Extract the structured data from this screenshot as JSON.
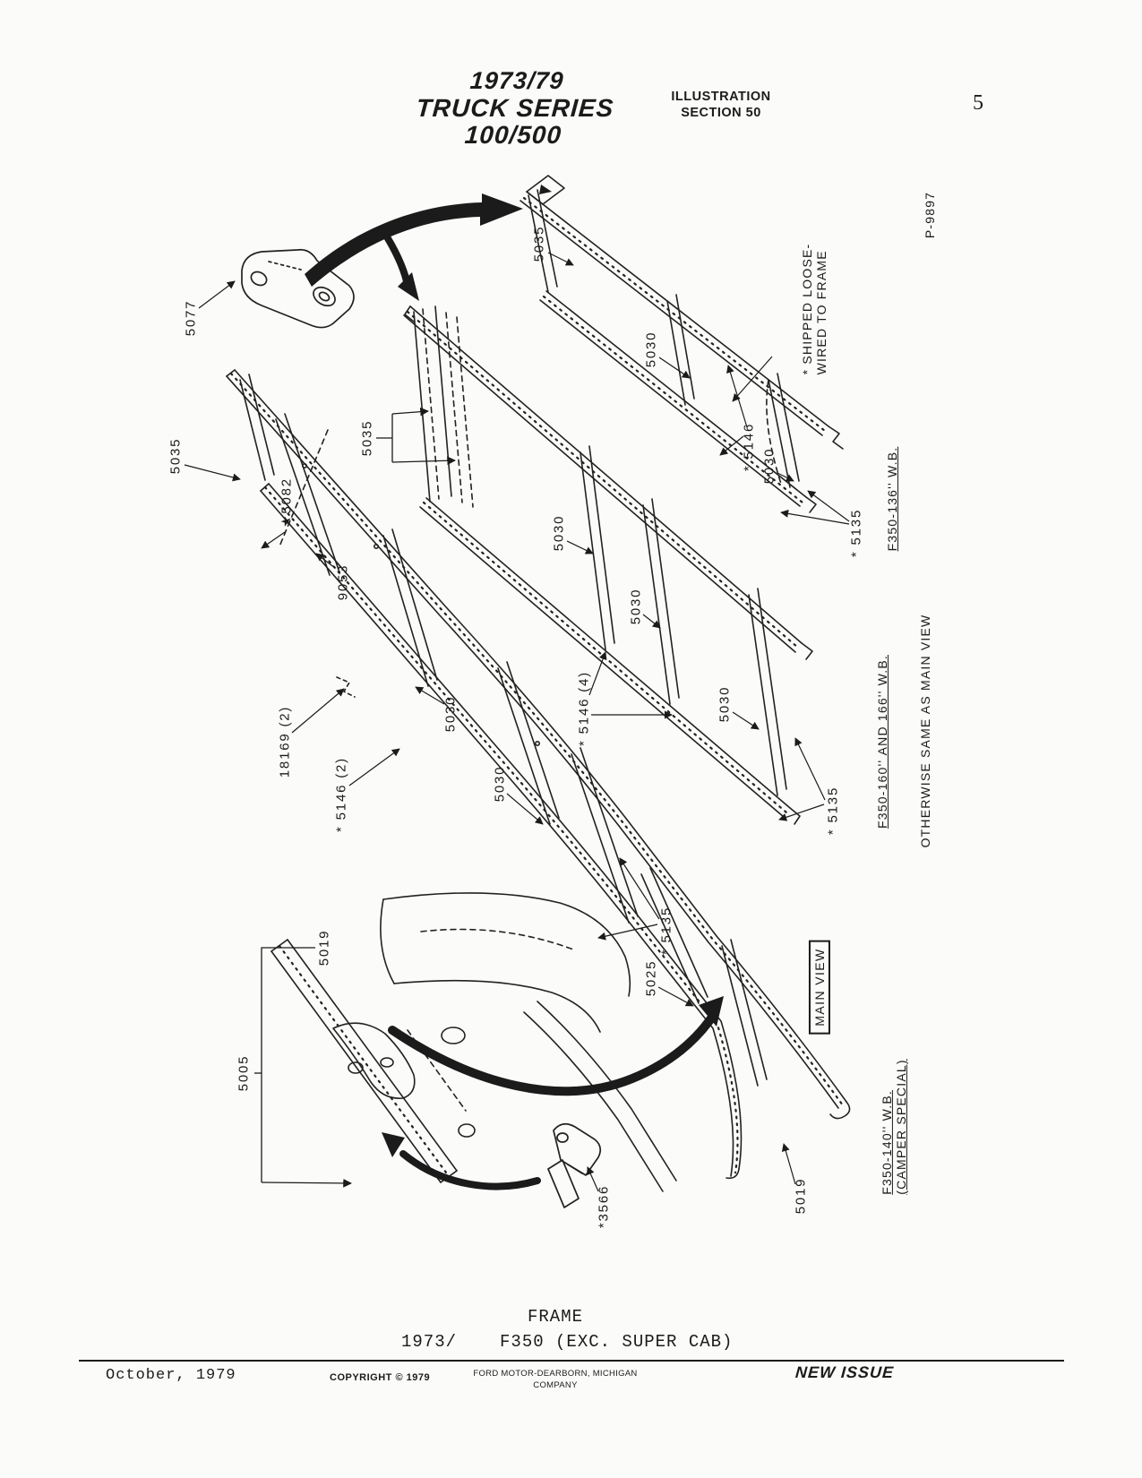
{
  "header": {
    "series_line1": "1973/79",
    "series_line2": "TRUCK SERIES 100/500",
    "illustration_line1": "ILLUSTRATION",
    "illustration_line2": "SECTION 50",
    "page_number": "5"
  },
  "plate_code": "P-9897",
  "annotations": {
    "shipped_loose": "* SHIPPED LOOSE-\nWIRED TO FRAME",
    "wb_136": "F350-136'' W.B.",
    "wb_160": "F350-160'' AND 166'' W.B.",
    "otherwise": "OTHERWISE SAME AS MAIN VIEW",
    "main_view": "MAIN VIEW",
    "wb_140": "F350-140'' W.B.\n(CAMPER SPECIAL)"
  },
  "part_labels": [
    {
      "id": "5077",
      "text": "5077"
    },
    {
      "id": "5035-a",
      "text": "5035"
    },
    {
      "id": "5030-a1",
      "text": "5030"
    },
    {
      "id": "5146-a",
      "text": "* 5146"
    },
    {
      "id": "5030-a2",
      "text": "5030"
    },
    {
      "id": "5135-a",
      "text": "* 5135"
    },
    {
      "id": "5035-b",
      "text": "5035"
    },
    {
      "id": "5030-b1",
      "text": "5030"
    },
    {
      "id": "5030-b2",
      "text": "5030"
    },
    {
      "id": "5146-b",
      "text": "* 5146 (4)"
    },
    {
      "id": "5030-b3",
      "text": "5030"
    },
    {
      "id": "5135-b",
      "text": "* 5135"
    },
    {
      "id": "5035-c",
      "text": "5035"
    },
    {
      "id": "5082",
      "text": "★5082"
    },
    {
      "id": "9053",
      "text": "9053"
    },
    {
      "id": "18169",
      "text": "18169 (2)"
    },
    {
      "id": "5146-c",
      "text": "* 5146 (2)"
    },
    {
      "id": "5030-c1",
      "text": "5030"
    },
    {
      "id": "5030-c2",
      "text": "5030"
    },
    {
      "id": "5135-c",
      "text": "* 5135"
    },
    {
      "id": "5025",
      "text": "5025"
    },
    {
      "id": "5019-r",
      "text": "5019"
    },
    {
      "id": "5019-bl",
      "text": "5019"
    },
    {
      "id": "5005",
      "text": "5005"
    },
    {
      "id": "3566",
      "text": "*3566"
    }
  ],
  "caption": {
    "line1": "FRAME",
    "line2_prefix": "1973/",
    "line2_main": "F350 (EXC. SUPER CAB)"
  },
  "footer": {
    "date": "October, 1979",
    "copyright_line1": "COPYRIGHT © 1979",
    "copyright_line2": "FORD MOTOR-DEARBORN, MICHIGAN",
    "copyright_line3": "COMPANY",
    "issue": "NEW ISSUE"
  }
}
